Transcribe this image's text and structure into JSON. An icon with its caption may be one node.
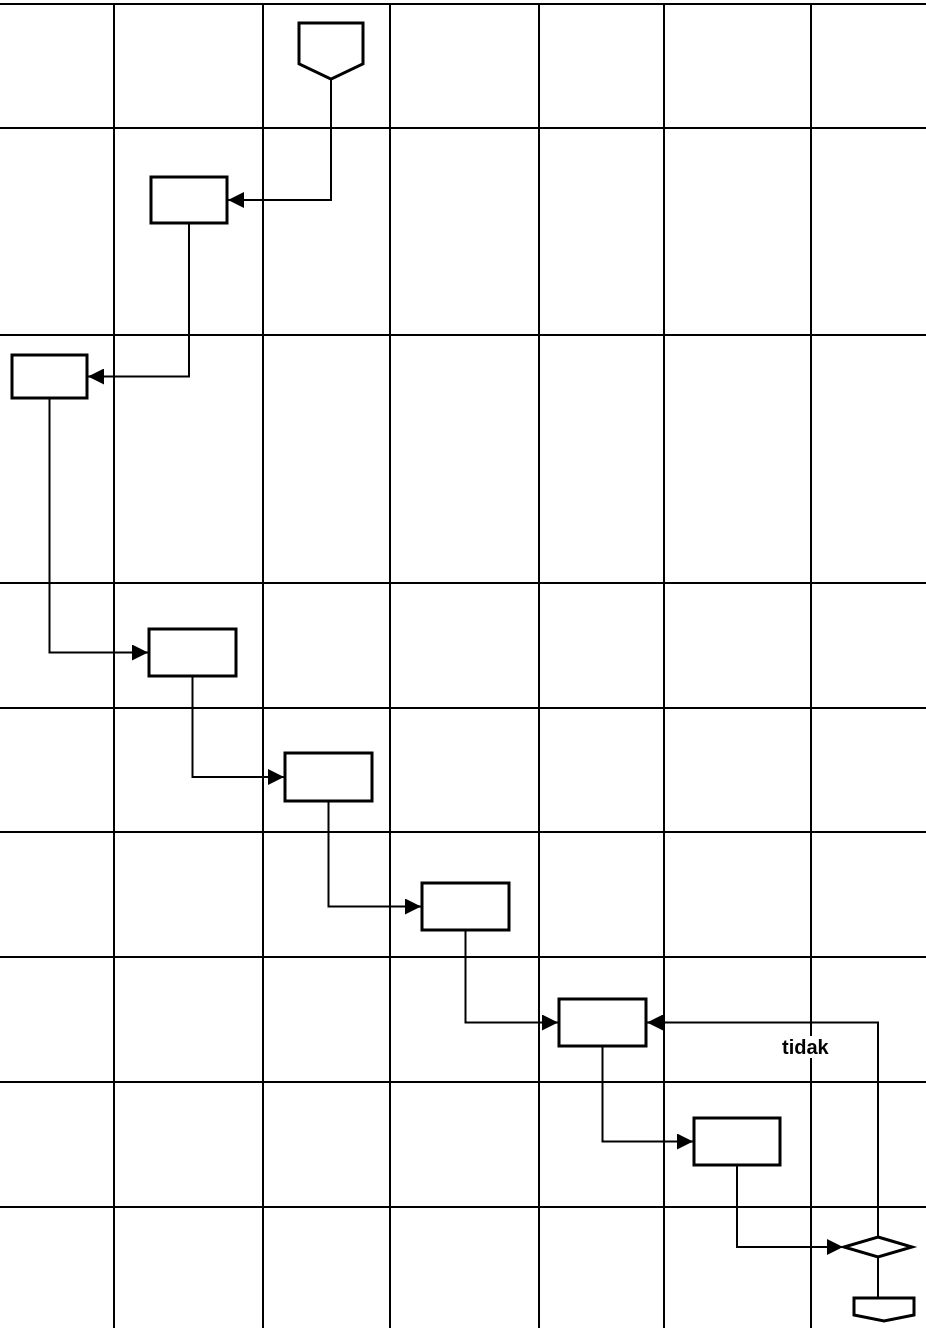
{
  "diagram": {
    "nodes": [
      {
        "text": [],
        "shape": "pentagon"
      },
      {
        "text": [],
        "shape": "box"
      },
      {
        "text": [],
        "shape": "box"
      },
      {
        "text": [],
        "shape": "box"
      },
      {
        "text": [],
        "shape": "box"
      },
      {
        "text": [],
        "shape": "box"
      },
      {
        "text": [],
        "shape": "box"
      },
      {
        "text": [],
        "shape": "box"
      },
      {
        "text": [],
        "shape": "diamond"
      },
      {
        "text": [],
        "shape": "pentagon"
      }
    ],
    "edges": [
      {
        "from": 0,
        "to": 1,
        "arrow": "to"
      },
      {
        "from": 1,
        "to": 2,
        "arrow": "to"
      },
      {
        "from": 2,
        "to": 3,
        "arrow": "to"
      },
      {
        "from": 3,
        "to": 4,
        "arrow": "to"
      },
      {
        "from": 4,
        "to": 5,
        "arrow": "to"
      },
      {
        "from": 5,
        "to": 6,
        "arrow": "to"
      },
      {
        "from": 6,
        "to": 7,
        "arrow": "to"
      },
      {
        "from": 7,
        "to": 8,
        "arrow": "to"
      },
      {
        "from": 8,
        "to": 9,
        "arrow": "to"
      },
      {
        "from": 8,
        "to": 6,
        "arrow": "to",
        "label": "tidak"
      }
    ]
  }
}
